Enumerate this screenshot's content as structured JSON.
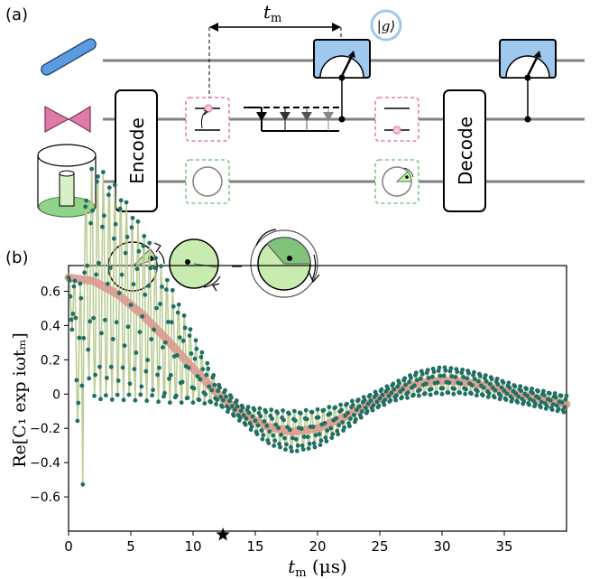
{
  "panel_a": {
    "label": "(a)",
    "tm_label": "t",
    "tm_sub": "m",
    "ket_label": "|g⟩",
    "encode_label": "Encode",
    "decode_label": "Decode"
  },
  "panel_b": {
    "label": "(b)"
  },
  "chart_data": {
    "type": "scatter",
    "x_label": "t",
    "x_label_sub": "m",
    "x_label_unit": "(μs)",
    "y_label": "Re[C₁ exp iωtₘ]",
    "xlim": [
      0,
      40
    ],
    "ylim": [
      -0.8,
      0.75
    ],
    "x_ticks": [
      0,
      5,
      10,
      15,
      20,
      25,
      30,
      35
    ],
    "y_ticks": [
      0.6,
      0.4,
      0.2,
      0,
      -0.2,
      -0.4,
      -0.6
    ],
    "y_tick_labels": [
      "0.6",
      "0.4",
      "0.2",
      "0",
      "−0.2",
      "−0.4",
      "−0.6"
    ],
    "star_marker_x": 12.4,
    "envelope_samples": {
      "x": [
        0,
        2,
        4,
        6,
        8,
        10,
        12,
        14,
        16,
        18,
        20,
        22,
        24,
        26,
        28,
        30,
        32,
        34,
        36,
        38,
        40
      ],
      "y": [
        0.68,
        0.66,
        0.58,
        0.46,
        0.31,
        0.15,
        0.0,
        -0.12,
        -0.19,
        -0.22,
        -0.2,
        -0.14,
        -0.06,
        0.01,
        0.06,
        0.08,
        0.07,
        0.04,
        0.0,
        -0.03,
        -0.06
      ]
    },
    "oscillation_amplitude_samples": {
      "x": [
        0,
        2,
        4,
        6,
        8,
        10,
        12,
        14,
        16,
        18,
        20,
        22,
        24,
        26,
        28,
        30,
        32,
        34,
        36,
        38,
        40
      ],
      "amplitude": [
        0.05,
        0.7,
        0.62,
        0.5,
        0.36,
        0.2,
        0.06,
        0.05,
        0.1,
        0.12,
        0.11,
        0.08,
        0.05,
        0.05,
        0.07,
        0.08,
        0.07,
        0.06,
        0.05,
        0.05,
        0.05
      ]
    },
    "points_per_us": 14,
    "colors": {
      "envelope": "#d9968c",
      "stem": "#b5c98a",
      "dots": "#1f6f62",
      "axis": "#000000"
    }
  },
  "colors": {
    "wire": "#808080",
    "qubit_blue": "#5b9be0",
    "qubit_pink": "#e07aa8",
    "cavity_green": "#8fd48a",
    "meter_blue": "#9fc8ee",
    "dash_pink": "#e77ab6",
    "dash_green": "#7dc783",
    "ket_ring": "#9fc8ee"
  }
}
